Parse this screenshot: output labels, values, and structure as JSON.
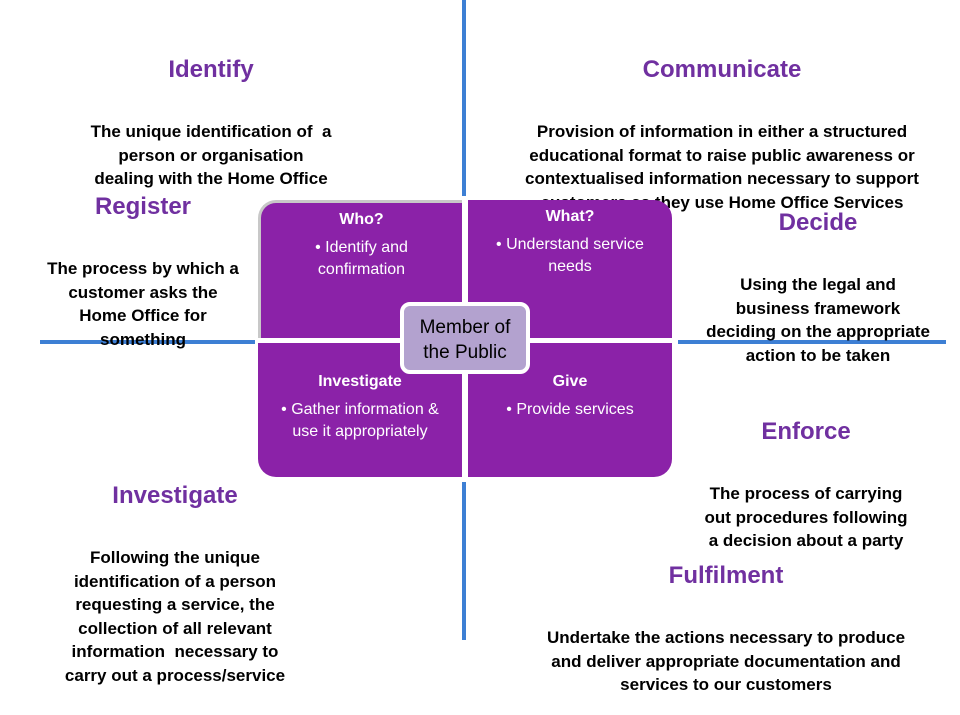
{
  "colors": {
    "heading": "#7030a0",
    "quadrant": "#8b22a8",
    "center": "#b3a2cf",
    "axis": "#3d7fd4"
  },
  "outer": {
    "identify": {
      "title": "Identify",
      "body": "The unique identification of  a\nperson or organisation\ndealing with the Home Office"
    },
    "communicate": {
      "title": "Communicate",
      "body": "Provision of information in either a structured\neducational format to raise public awareness or\ncontextualised information necessary to support\ncustomers as they use Home Office Services"
    },
    "register": {
      "title": "Register",
      "body": "The process by which a\ncustomer asks the\nHome Office for\nsomething"
    },
    "decide": {
      "title": "Decide",
      "body": "Using the legal and\nbusiness framework\ndeciding on the appropriate\naction to be taken"
    },
    "enforce": {
      "title": "Enforce",
      "body": "The process of carrying\nout procedures following\na decision about a party"
    },
    "investigate": {
      "title": "Investigate",
      "body": "Following the unique\nidentification of a person\nrequesting a service, the\ncollection of all relevant\ninformation  necessary to\ncarry out a process/service"
    },
    "fulfilment": {
      "title": "Fulfilment",
      "body": "Undertake the actions necessary to produce\nand deliver appropriate documentation and\nservices to our customers"
    }
  },
  "quadrants": {
    "who": {
      "title": "Who?",
      "body": "• Identify and\nconfirmation"
    },
    "what": {
      "title": "What?",
      "body": "• Understand service\nneeds"
    },
    "investigate": {
      "title": "Investigate",
      "body": "•  Gather information &\nuse it appropriately"
    },
    "give": {
      "title": "Give",
      "body": "• Provide services"
    }
  },
  "center": {
    "label": "Member of\nthe Public"
  }
}
